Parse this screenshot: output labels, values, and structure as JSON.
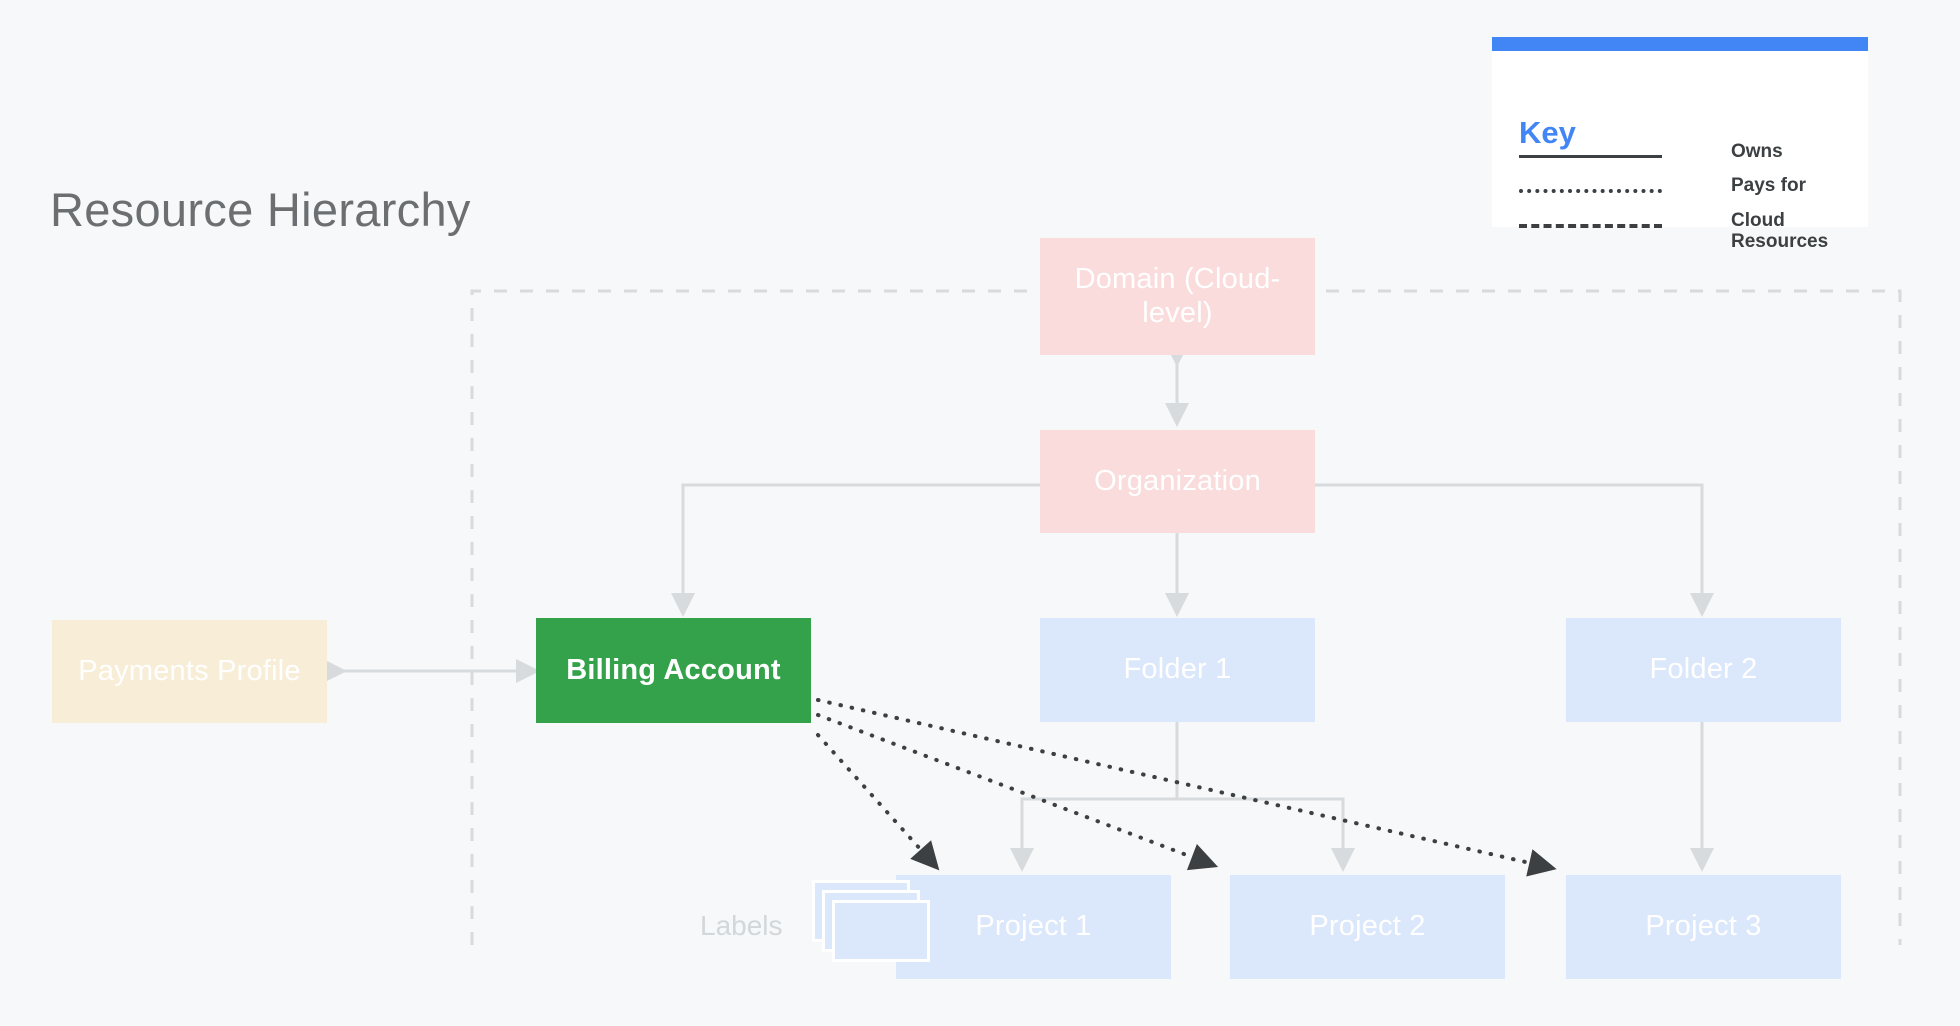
{
  "page": {
    "title": "Resource Hierarchy",
    "background_color": "#f6f8f9",
    "title_color": "#6b6f72"
  },
  "key": {
    "title": "Key",
    "title_color": "#4285f4",
    "header_bar_color": "#4285f4",
    "rows": [
      {
        "style": "solid",
        "label": "Owns"
      },
      {
        "style": "dotted",
        "label": "Pays for"
      },
      {
        "style": "dashed",
        "label": "Cloud Resources"
      }
    ]
  },
  "nodes": {
    "domain": {
      "label": "Domain (Cloud-level)",
      "color": "#fadcdc",
      "text_color": "#ffffff"
    },
    "organization": {
      "label": "Organization",
      "color": "#fadcdc",
      "text_color": "#ffffff"
    },
    "payments_profile": {
      "label": "Payments Profile",
      "color": "#f8eed8",
      "text_color": "#ffffff"
    },
    "billing_account": {
      "label": "Billing Account",
      "color": "#34a24b",
      "text_color": "#ffffff"
    },
    "folder1": {
      "label": "Folder 1",
      "color": "#dbe7fb",
      "text_color": "#ffffff"
    },
    "folder2": {
      "label": "Folder 2",
      "color": "#dbe7fb",
      "text_color": "#ffffff"
    },
    "project1": {
      "label": "Project 1",
      "color": "#dbe7fb",
      "text_color": "#ffffff"
    },
    "project2": {
      "label": "Project 2",
      "color": "#dbe7fb",
      "text_color": "#ffffff"
    },
    "project3": {
      "label": "Project 3",
      "color": "#dbe7fb",
      "text_color": "#ffffff"
    }
  },
  "annotations": {
    "labels_caption": "Labels"
  },
  "edges": {
    "owns_color": "#d7dbde",
    "pays_for_color": "#3c4043",
    "cloud_resources_boundary_color": "#d7dbde",
    "list": [
      {
        "from": "domain",
        "to": "organization",
        "type": "owns",
        "bidirectional": true
      },
      {
        "from": "payments_profile",
        "to": "billing_account",
        "type": "owns",
        "bidirectional": true
      },
      {
        "from": "organization",
        "to": "billing_account",
        "type": "owns"
      },
      {
        "from": "organization",
        "to": "folder1",
        "type": "owns"
      },
      {
        "from": "organization",
        "to": "folder2",
        "type": "owns"
      },
      {
        "from": "folder1",
        "to": "project1",
        "type": "owns"
      },
      {
        "from": "folder1",
        "to": "project2",
        "type": "owns"
      },
      {
        "from": "folder2",
        "to": "project3",
        "type": "owns"
      },
      {
        "from": "billing_account",
        "to": "project1",
        "type": "pays_for"
      },
      {
        "from": "billing_account",
        "to": "project2",
        "type": "pays_for"
      },
      {
        "from": "billing_account",
        "to": "project3",
        "type": "pays_for"
      }
    ]
  }
}
